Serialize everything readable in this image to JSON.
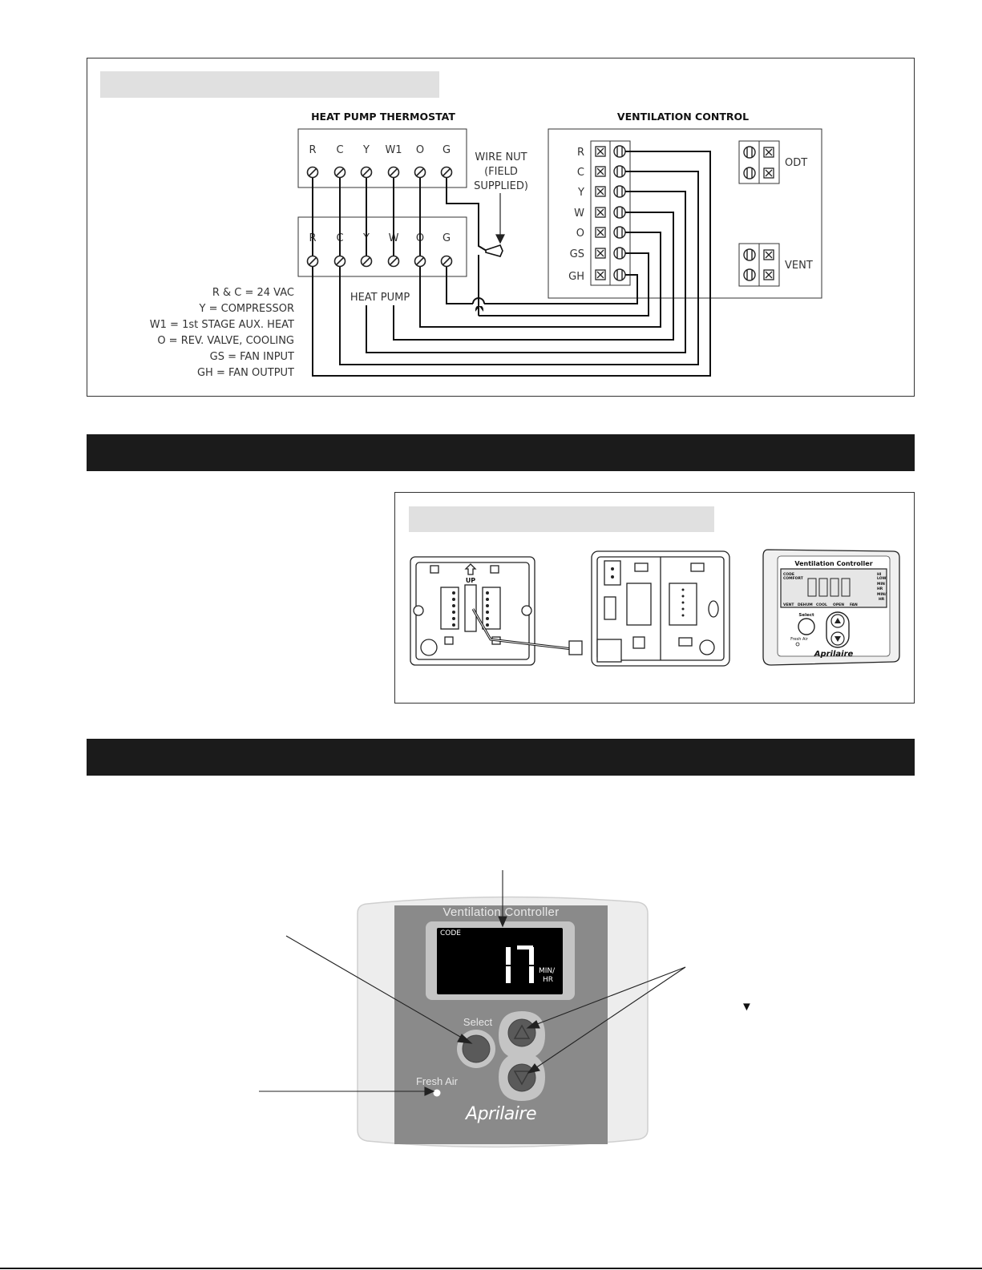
{
  "wiring": {
    "thermostat_title": "HEAT PUMP THERMOSTAT",
    "control_title": "VENTILATION CONTROL",
    "thermostat_terminals": [
      "R",
      "C",
      "Y",
      "W1",
      "O",
      "G"
    ],
    "heatpump_terminals": [
      "R",
      "C",
      "Y",
      "W",
      "O",
      "G"
    ],
    "heatpump_label": "HEAT PUMP",
    "wire_nut_lines": [
      "WIRE NUT",
      "(FIELD",
      "SUPPLIED)"
    ],
    "control_terminals": [
      "R",
      "C",
      "Y",
      "W",
      "O",
      "GS",
      "GH"
    ],
    "odt_label": "ODT",
    "vent_label": "VENT",
    "legend": [
      "R & C = 24 VAC",
      "Y = COMPRESSOR",
      "W1 = 1st STAGE AUX. HEAT",
      "O = REV. VALVE, COOLING",
      "GS = FAN INPUT",
      "GH = FAN OUTPUT"
    ]
  },
  "mounting": {
    "wallplate_up": "UP",
    "small_title": "Ventilation Controller",
    "small_select": "Select",
    "small_fresh": "Fresh Air",
    "small_brand": "Aprilaire",
    "small_lcd_codes": [
      "CODE",
      "COMFORT",
      "HI",
      "LOW",
      "MIN",
      "HR",
      "MIN/",
      "HR",
      "VENT",
      "DEHUM",
      "COOL",
      "OPEN",
      "FAN"
    ]
  },
  "controller": {
    "title": "Ventilation Controller",
    "lcd_label": "CODE",
    "lcd_value": "17",
    "lcd_unit_1": "MIN/",
    "lcd_unit_2": "HR",
    "select_label": "Select",
    "fresh_air_label": "Fresh Air",
    "brand": "Aprilaire",
    "down_arrow_glyph": "▼"
  }
}
